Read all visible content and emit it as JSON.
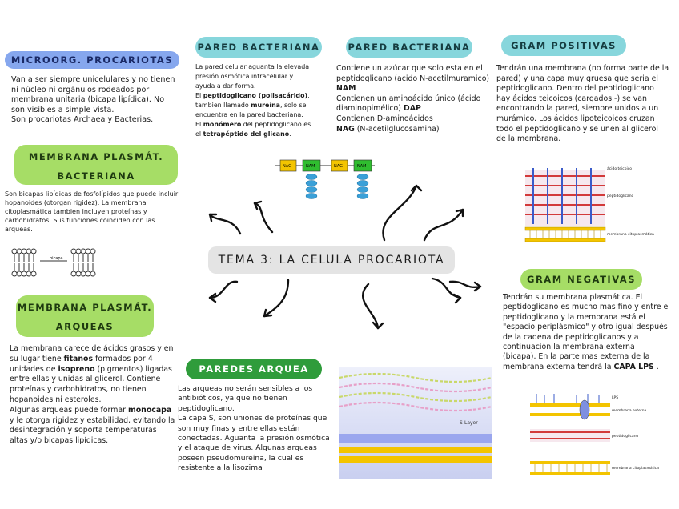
{
  "center_title": "TEMA 3: LA CELULA PROCARIOTA",
  "micro": {
    "title": "MICROORG. PROCARIOTAS",
    "lines": [
      "Van a ser siempre unicelulares y no tienen",
      "ni núcleo ni orgánulos rodeados por",
      "membrana unitaria (bicapa lipídica). No",
      "son visibles a simple vista.",
      "Son procariotas Archaea y Bacterias."
    ]
  },
  "membrana_bact": {
    "title1": "MEMBRANA PLASMÁT.",
    "title2": "BACTERIANA",
    "lines": [
      "Son bicapas lipídicas de fosfolípidos que puede incluir",
      "hopanoides (otorgan rigidez). La membrana",
      "citoplasmática tambien incluyen proteínas y",
      "carbohidratos. Sus funciones coinciden con las",
      "arqueas."
    ],
    "figure_label": "bicapa"
  },
  "membrana_arq": {
    "title1": "MEMBRANA PLASMÁT.",
    "title2": "ARQUEAS",
    "l1": "La membrana carece de ácidos grasos y en",
    "l2a": "su lugar tiene ",
    "l2b": "fitanos",
    "l2c": " formados por 4",
    "l3a": "unidades de ",
    "l3b": "isopreno",
    "l3c": " (pigmentos) ligadas",
    "l4": "entre ellas y unidas al glicerol. Contiene",
    "l5": "proteínas y carbohidratos, no tienen",
    "l6": "hopanoides ni esteroles.",
    "l7a": "Algunas arqueas puede formar ",
    "l7b": "monocapa",
    "l8": "y le otorga rigidez y estabilidad, evitando la",
    "l9": "desintegración y soporta temperaturas",
    "l10": "altas y/o bicapas lipídicas."
  },
  "pared1": {
    "title": "PARED BACTERIANA",
    "l1": "La pared celular aguanta la elevada",
    "l2": "presión osmótica intracelular y",
    "l3": "ayuda a dar forma.",
    "l4a": "El ",
    "l4b": "peptidoglicano (polisacárido)",
    "l4c": ",",
    "l5a": "tambien llamado ",
    "l5b": "mureína",
    "l5c": ", solo se",
    "l6": "encuentra en la pared bacteriana.",
    "l7a": "El ",
    "l7b": "monómero",
    "l7c": " del peptidoglicano es",
    "l8a": "el ",
    "l8b": "tetrapéptido del glicano",
    "l8c": "."
  },
  "pared2": {
    "title": "PARED BACTERIANA",
    "l1": "Contiene un azúcar que solo esta en el",
    "l2": "peptidoglicano (acido N-acetilmuramico)",
    "l3": "NAM",
    "l4": "Contienen un aminoácido único (ácido",
    "l5a": "diaminopimélico) ",
    "l5b": "DAP",
    "l6": "Contienen D-aminoácidos",
    "l7a": "NAG",
    "l7b": " (N-acetilglucosamina)",
    "diagram_labels": [
      "NAG",
      "NAM",
      "NAG",
      "NAM"
    ]
  },
  "gram_pos": {
    "title": "GRAM POSITIVAS",
    "lines": [
      "Tendrán una membrana (no forma parte de la",
      "pared) y una capa muy gruesa que seria el",
      "peptidoglicano. Dentro del peptidoglicano",
      "hay ácidos teicoicos (cargados -) se van",
      "encontrando la pared, siempre unidos a un",
      "murámico. Los ácidos lipoteicoicos cruzan",
      "todo el peptidoglicano y se unen al glicerol",
      "de la membrana."
    ],
    "fig_labels": [
      "ácido teicoico",
      "peptidoglicano",
      "membrana citoplasmática"
    ]
  },
  "gram_neg": {
    "title": "GRAM NEGATIVAS",
    "l1": "Tendrán su membrana plasmática. El",
    "l2": "peptidoglicano es mucho mas fino y entre el",
    "l3": "peptidoglicano y la membrana está el",
    "l4": "\"espacio periplásmico\" y otro igual después",
    "l5": "de la cadena de peptidoglicanos y a",
    "l6": "continuación la membrana externa",
    "l7": "(bicapa). En la parte mas externa de la",
    "l8a": "membrana externa tendrá la ",
    "l8b": "CAPA LPS",
    "l8c": " .",
    "fig_labels": [
      "LPS",
      "membrana externa",
      "peptidoglicano",
      "membrana citoplasmática"
    ]
  },
  "paredes_arq": {
    "title": "PAREDES ARQUEA",
    "lines": [
      "Las arqueas no serán sensibles a los",
      "antibióticos, ya que no tienen",
      "peptidoglicano.",
      "La capa S, son uniones de proteínas que",
      "son muy finas y entre ellas están",
      "conectadas. Aguanta la presión osmótica",
      "y el ataque de virus. Algunas arqueas",
      "poseen pseudomureína, la cual es",
      "resistente a la lisozima"
    ],
    "fig_label": "S-Layer"
  },
  "colors": {
    "blue": "#86a7ee",
    "teal": "#87d6dc",
    "green": "#a6dd66",
    "dark_green": "#2f9c3b"
  }
}
